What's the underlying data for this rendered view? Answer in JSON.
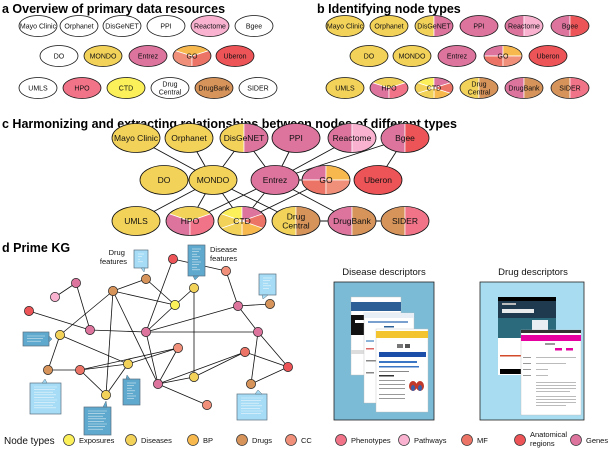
{
  "colors": {
    "exposures": "#fbf05a",
    "diseases": "#f3d25a",
    "bp": "#f7b94e",
    "drugs": "#d6935a",
    "cc": "#f0907a",
    "phenotypes": "#f07388",
    "pathways": "#f9b2d0",
    "mf": "#ec7466",
    "anatomical": "#ec5458",
    "genes": "#dc749d",
    "none": "#ffffff",
    "panel_disease_bg": "#7bbbd6",
    "panel_drug_bg": "#a8dcf1",
    "card_dark": "#5ea9cd",
    "card_light": "#a6dcf5"
  },
  "panels": {
    "a": {
      "title": "a Overview of primary data resources"
    },
    "b": {
      "title": "b Identifying node types"
    },
    "c": {
      "title": "c Harmonizing and extracting relationships between nodes of different types"
    },
    "d": {
      "title": "d Prime KG"
    }
  },
  "resources": [
    {
      "id": "mayo",
      "label": "Mayo Clinic",
      "a_fill": [
        "none"
      ],
      "types": [
        "diseases"
      ]
    },
    {
      "id": "orphanet",
      "label": "Orphanet",
      "a_fill": [
        "none"
      ],
      "types": [
        "diseases"
      ]
    },
    {
      "id": "disgenet",
      "label": "DisGeNET",
      "a_fill": [
        "none"
      ],
      "types": [
        "diseases",
        "genes"
      ]
    },
    {
      "id": "ppi",
      "label": "PPI",
      "a_fill": [
        "none"
      ],
      "types": [
        "genes"
      ]
    },
    {
      "id": "reactome",
      "label": "Reactome",
      "a_fill": [
        "pathways"
      ],
      "types": [
        "genes",
        "pathways"
      ]
    },
    {
      "id": "bgee",
      "label": "Bgee",
      "a_fill": [
        "none"
      ],
      "types": [
        "genes",
        "anatomical"
      ]
    },
    {
      "id": "do",
      "label": "DO",
      "a_fill": [
        "none"
      ],
      "types": [
        "diseases"
      ]
    },
    {
      "id": "mondo",
      "label": "MONDO",
      "a_fill": [
        "diseases"
      ],
      "types": [
        "diseases"
      ]
    },
    {
      "id": "entrez",
      "label": "Entrez",
      "a_fill": [
        "genes"
      ],
      "types": [
        "genes"
      ]
    },
    {
      "id": "go",
      "label": "GO",
      "a_fill": [
        "bp",
        "cc",
        "mf"
      ],
      "types": [
        "genes",
        "bp",
        "mf",
        "cc"
      ]
    },
    {
      "id": "uberon",
      "label": "Uberon",
      "a_fill": [
        "anatomical"
      ],
      "types": [
        "anatomical"
      ]
    },
    {
      "id": "umls",
      "label": "UMLS",
      "a_fill": [
        "none"
      ],
      "types": [
        "diseases"
      ]
    },
    {
      "id": "hpo",
      "label": "HPO",
      "a_fill": [
        "phenotypes"
      ],
      "types": [
        "diseases",
        "genes",
        "phenotypes"
      ]
    },
    {
      "id": "ctd",
      "label": "CTD",
      "a_fill": [
        "exposures"
      ],
      "types": [
        "exposures",
        "genes",
        "mf",
        "bp",
        "diseases",
        "diseases"
      ]
    },
    {
      "id": "drugcentral",
      "label": "Drug\nCentral",
      "a_fill": [
        "none"
      ],
      "types": [
        "diseases",
        "drugs"
      ]
    },
    {
      "id": "drugbank",
      "label": "DrugBank",
      "a_fill": [
        "drugs"
      ],
      "types": [
        "genes",
        "drugs"
      ]
    },
    {
      "id": "sider",
      "label": "SIDER",
      "a_fill": [
        "none"
      ],
      "types": [
        "drugs",
        "phenotypes"
      ]
    }
  ],
  "edges_c": [
    [
      "mayo",
      "mondo"
    ],
    [
      "orphanet",
      "mondo"
    ],
    [
      "disgenet",
      "mondo"
    ],
    [
      "disgenet",
      "entrez"
    ],
    [
      "do",
      "mondo"
    ],
    [
      "mondo",
      "umls"
    ],
    [
      "mondo",
      "hpo"
    ],
    [
      "mondo",
      "ctd"
    ],
    [
      "mondo",
      "drugcentral"
    ],
    [
      "ppi",
      "entrez"
    ],
    [
      "reactome",
      "entrez"
    ],
    [
      "bgee",
      "entrez"
    ],
    [
      "bgee",
      "uberon"
    ],
    [
      "entrez",
      "go"
    ],
    [
      "entrez",
      "hpo"
    ],
    [
      "entrez",
      "ctd"
    ],
    [
      "entrez",
      "drugbank"
    ],
    [
      "go",
      "ctd"
    ],
    [
      "drugcentral",
      "drugbank"
    ],
    [
      "drugbank",
      "sider"
    ]
  ],
  "kg": {
    "drug_features_label": "Drug\nfeatures",
    "disease_features_label": "Disease\nfeatures",
    "disease_descriptors_label": "Disease descriptors",
    "drug_descriptors_label": "Drug descriptors",
    "nodes": [
      {
        "type": "genes"
      },
      {
        "type": "pathways"
      },
      {
        "type": "drugs"
      },
      {
        "type": "drugs"
      },
      {
        "type": "anatomical"
      },
      {
        "type": "exposures"
      },
      {
        "type": "diseases"
      },
      {
        "type": "cc"
      },
      {
        "type": "genes"
      },
      {
        "type": "drugs"
      },
      {
        "type": "anatomical"
      },
      {
        "type": "genes"
      },
      {
        "type": "genes"
      },
      {
        "type": "diseases"
      },
      {
        "type": "genes"
      },
      {
        "type": "cc"
      },
      {
        "type": "drugs"
      },
      {
        "type": "mf"
      },
      {
        "type": "diseases"
      },
      {
        "type": "cc"
      },
      {
        "type": "genes"
      },
      {
        "type": "diseases"
      },
      {
        "type": "mf"
      },
      {
        "type": "anatomical"
      },
      {
        "type": "drugs"
      },
      {
        "type": "diseases"
      },
      {
        "type": "phenotypes"
      }
    ]
  },
  "legend": {
    "title": "Node types",
    "items": [
      {
        "key": "exposures",
        "label": "Exposures"
      },
      {
        "key": "diseases",
        "label": "Diseases"
      },
      {
        "key": "bp",
        "label": "BP"
      },
      {
        "key": "drugs",
        "label": "Drugs"
      },
      {
        "key": "cc",
        "label": "CC"
      },
      {
        "key": "phenotypes",
        "label": "Phenotypes"
      },
      {
        "key": "pathways",
        "label": "Pathways"
      },
      {
        "key": "mf",
        "label": "MF"
      },
      {
        "key": "anatomical",
        "label": "Anatomical\nregions"
      },
      {
        "key": "genes",
        "label": "Genes"
      }
    ]
  }
}
